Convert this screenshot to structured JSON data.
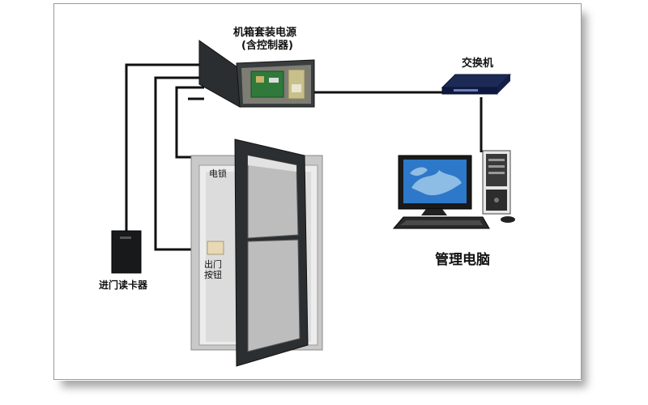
{
  "diagram": {
    "labels": {
      "cabinet_power": "机箱套装电源",
      "cabinet_power_sub": "(含控制器)",
      "switch": "交换机",
      "electric_lock": "电锁",
      "exit_button_line1": "出门",
      "exit_button_line2": "按钮",
      "card_reader": "进门读卡器",
      "management_pc": "管理电脑"
    }
  }
}
